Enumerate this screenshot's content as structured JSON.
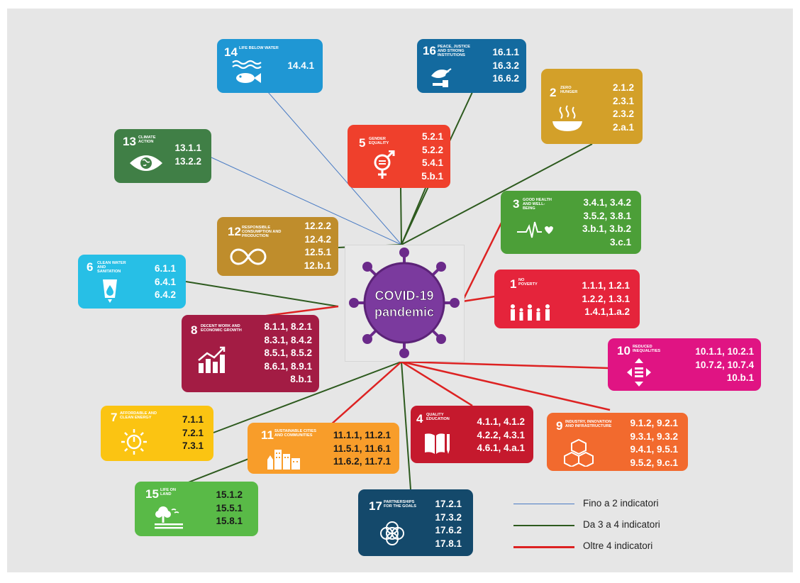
{
  "center": {
    "line1": "COVID-19",
    "line2": "pandemic"
  },
  "legend": [
    {
      "label": "Fino a 2 indicatori",
      "color": "#4a7cc4"
    },
    {
      "label": "Da 3 a 4 indicatori",
      "color": "#2d5a1e"
    },
    {
      "label": "Oltre 4 indicatori",
      "color": "#dd2222"
    }
  ],
  "goals": {
    "g1": {
      "number": "1",
      "title": "No poverty",
      "color": "#e5243b",
      "icon": "family-icon",
      "codes": [
        "1.1.1, 1.2.1",
        "1.2.2, 1.3.1",
        "1.4.1,1.a.2"
      ]
    },
    "g2": {
      "number": "2",
      "title": "Zero hunger",
      "color": "#d3a029",
      "icon": "bowl-icon",
      "codes": [
        "2.1.2",
        "2.3.1",
        "2.3.2",
        "2.a.1"
      ]
    },
    "g3": {
      "number": "3",
      "title": "Good health and well-being",
      "color": "#4c9f38",
      "icon": "heartbeat-icon",
      "codes": [
        "3.4.1, 3.4.2",
        "3.5.2, 3.8.1",
        "3.b.1, 3.b.2",
        "3.c.1"
      ]
    },
    "g4": {
      "number": "4",
      "title": "Quality education",
      "color": "#c5192d",
      "icon": "book-icon",
      "codes": [
        "4.1.1, 4.1.2",
        "4.2.2, 4.3.1",
        "4.6.1, 4.a.1"
      ]
    },
    "g5": {
      "number": "5",
      "title": "Gender equality",
      "color": "#ef402c",
      "icon": "gender-icon",
      "codes": [
        "5.2.1",
        "5.2.2",
        "5.4.1",
        "5.b.1"
      ]
    },
    "g6": {
      "number": "6",
      "title": "Clean water and sanitation",
      "color": "#27bfe6",
      "icon": "water-icon",
      "codes": [
        "6.1.1",
        "6.4.1",
        "6.4.2"
      ]
    },
    "g7": {
      "number": "7",
      "title": "Affordable and clean energy",
      "color": "#fbc412",
      "icon": "sun-power-icon",
      "codes": [
        "7.1.1",
        "7.2.1",
        "7.3.1"
      ]
    },
    "g8": {
      "number": "8",
      "title": "Decent work and economic growth",
      "color": "#a31c44",
      "icon": "growth-chart-icon",
      "codes": [
        "8.1.1, 8.2.1",
        "8.3.1, 8.4.2",
        "8.5.1, 8.5.2",
        "8.6.1, 8.9.1",
        "8.b.1"
      ]
    },
    "g9": {
      "number": "9",
      "title": "Industry, innovation and infrastructure",
      "color": "#f26a2e",
      "icon": "cubes-icon",
      "codes": [
        "9.1.2, 9.2.1",
        "9.3.1, 9.3.2",
        "9.4.1, 9.5.1",
        "9.5.2, 9.c.1"
      ]
    },
    "g10": {
      "number": "10",
      "title": "Reduced inequalities",
      "color": "#e01483",
      "icon": "equality-arrows-icon",
      "codes": [
        "10.1.1, 10.2.1",
        "10.7.2, 10.7.4",
        "10.b.1"
      ]
    },
    "g11": {
      "number": "11",
      "title": "Sustainable cities and communities",
      "color": "#f89d2a",
      "icon": "city-icon",
      "codes": [
        "11.1.1, 11.2.1",
        "11.5.1, 11.6.1",
        "11.6.2, 11.7.1"
      ]
    },
    "g12": {
      "number": "12",
      "title": "Responsible consumption and production",
      "color": "#bf8d2c",
      "icon": "infinity-icon",
      "codes": [
        "12.2.2",
        "12.4.2",
        "12.5.1",
        "12.b.1"
      ]
    },
    "g13": {
      "number": "13",
      "title": "Climate action",
      "color": "#407f46",
      "icon": "eye-earth-icon",
      "codes": [
        "13.1.1",
        "13.2.2"
      ]
    },
    "g14": {
      "number": "14",
      "title": "Life below water",
      "color": "#1f97d4",
      "icon": "fish-icon",
      "codes": [
        "14.4.1"
      ]
    },
    "g15": {
      "number": "15",
      "title": "Life on land",
      "color": "#59ba47",
      "icon": "tree-icon",
      "codes": [
        "15.1.2",
        "15.5.1",
        "15.8.1"
      ]
    },
    "g16": {
      "number": "16",
      "title": "Peace, justice and strong institutions",
      "color": "#136a9f",
      "icon": "dove-icon",
      "codes": [
        "16.1.1",
        "16.3.2",
        "16.6.2"
      ]
    },
    "g17": {
      "number": "17",
      "title": "Partnerships for the goals",
      "color": "#14496b",
      "icon": "rings-icon",
      "codes": [
        "17.2.1",
        "17.3.2",
        "17.6.2",
        "17.8.1"
      ]
    }
  }
}
